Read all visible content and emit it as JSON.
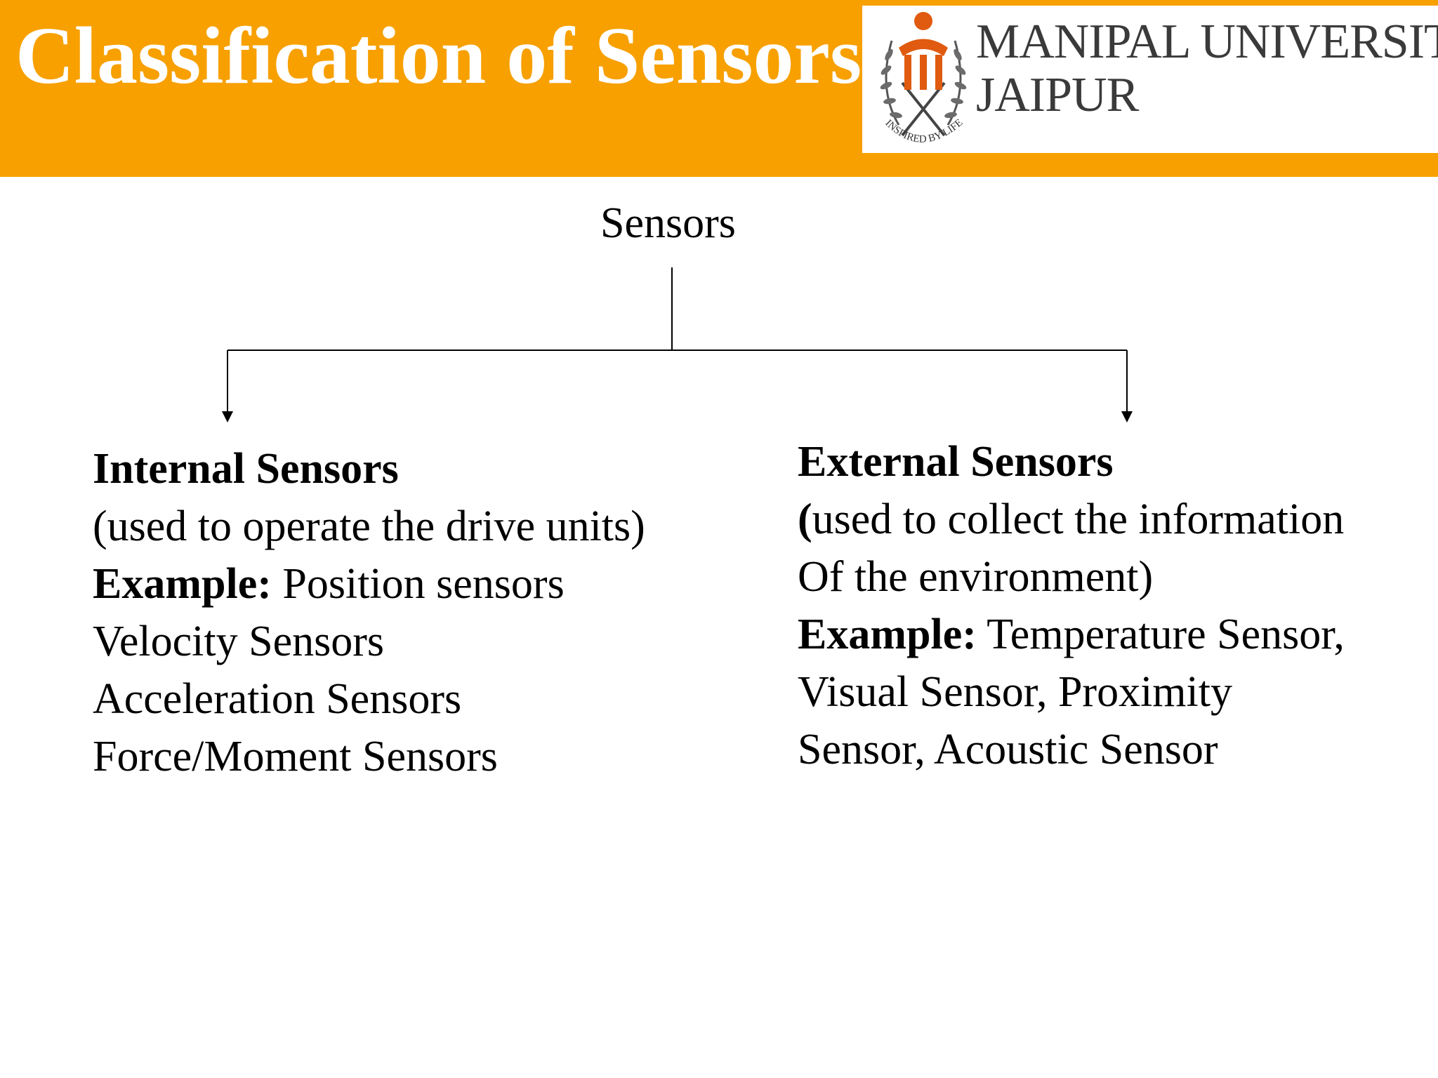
{
  "header": {
    "title": "Classification of Sensors",
    "background_color": "#f7a000",
    "logo": {
      "line1": "MANIPAL UNIVERSITY",
      "line2": "JAIPUR",
      "tagline": "INSPIRED BY LIFE"
    }
  },
  "diagram": {
    "root": "Sensors",
    "left": {
      "heading": "Internal Sensors",
      "lines": [
        "(used to operate the drive units)",
        "Position sensors",
        "Velocity Sensors",
        "Acceleration Sensors",
        "Force/Moment Sensors"
      ],
      "example_label": "Example:"
    },
    "right": {
      "heading": "External Sensors",
      "lines": [
        "used to collect the information",
        "Of the environment)",
        "Temperature Sensor,",
        "Visual Sensor, Proximity",
        "Sensor, Acoustic Sensor"
      ],
      "open_paren": "(",
      "example_label": "Example:"
    }
  }
}
